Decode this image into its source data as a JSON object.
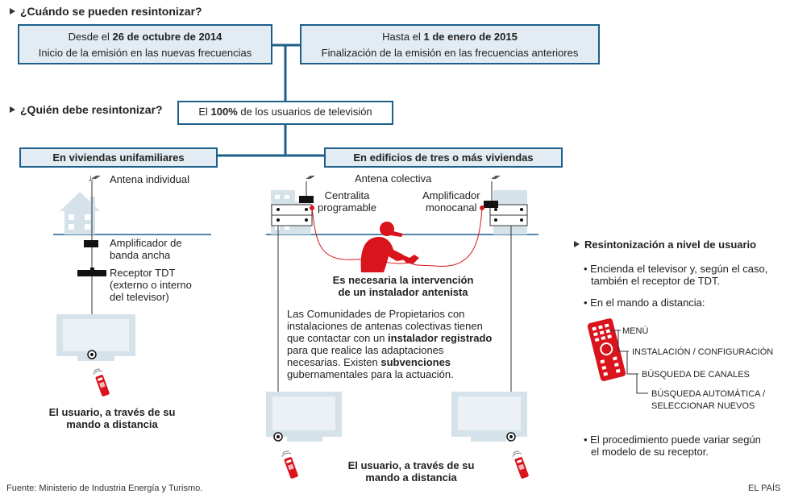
{
  "q1": "¿Cuándo se pueden resintonizar?",
  "date_left": {
    "pre": "Desde el ",
    "bold": "26 de octubre de 2014",
    "line2": "Inicio de la emisión en las nuevas frecuencias"
  },
  "date_right": {
    "pre": "Hasta el ",
    "bold": "1 de enero de 2015",
    "line2": "Finalización de la emisión en las frecuencias anteriores"
  },
  "q2": "¿Quién debe resintonizar?",
  "users": {
    "pre": "El ",
    "bold": "100%",
    "post": " de los usuarios de televisión"
  },
  "left_header": "En viviendas unifamiliares",
  "right_header": "En edificios de tres o más viviendas",
  "left": {
    "antenna": "Antena individual",
    "amplifier": [
      "Amplificador de",
      "banda ancha"
    ],
    "receiver": [
      "Receptor TDT",
      "(externo o interno",
      "del televisor)"
    ],
    "caption": [
      "El usuario, a través de su",
      "mando a distancia"
    ]
  },
  "right": {
    "antenna": "Antena colectiva",
    "central": [
      "Centralita",
      "programable"
    ],
    "amplifier": [
      "Amplificador",
      "monocanal"
    ],
    "need": [
      "Es necesaria la intervención",
      "de un instalador antenista"
    ],
    "para": {
      "l1": "Las Comunidades de Propietarios con",
      "l2": "instalaciones de antenas colectivas tienen",
      "l3pre": "que contactar con un ",
      "l3bold": "instalador registrado",
      "l4": "para que realice las adaptaciones",
      "l5pre": "necesarias. Existen ",
      "l5bold": "subvenciones",
      "l6": "gubernamentales para la actuación."
    },
    "caption": [
      "El usuario, a través de su",
      "mando a distancia"
    ]
  },
  "side": {
    "title": "Resintonización a nivel de usuario",
    "b1": [
      "• Encienda el televisor y, según el caso,",
      "también el receptor de TDT."
    ],
    "b2": "• En el mando a distancia:",
    "menu": [
      "MENÚ",
      "INSTALACIÓN / CONFIGURACIÓN",
      "BÚSQUEDA DE CANALES",
      "BÚSQUEDA AUTOMÁTICA /",
      "SELECCIONAR NUEVOS"
    ],
    "b3": [
      "• El procedimiento puede variar según",
      "el modelo de su receptor."
    ]
  },
  "source": "Fuente: Ministerio de Industria Energía y Turismo.",
  "brand": "EL PAÍS",
  "colors": {
    "accent": "#1b5f8a",
    "box": "#e3ecf2",
    "red": "#d9141c",
    "light": "#d6e2ea"
  }
}
